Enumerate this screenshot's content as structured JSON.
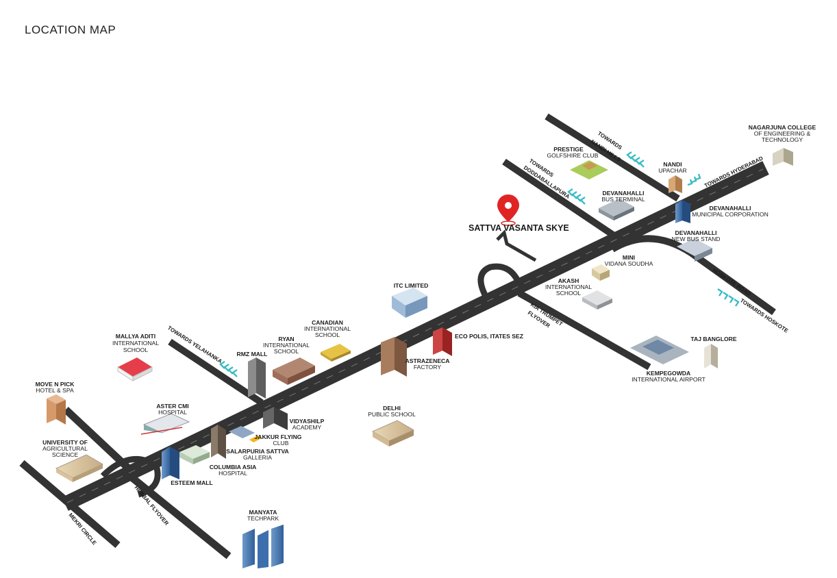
{
  "header": {
    "title": "LOCATION MAP"
  },
  "colors": {
    "road": "#333333",
    "marker": "#e02424",
    "arrow": "#3bbcc6",
    "bg": "#ffffff"
  },
  "marker": {
    "label": "SATTVA VASANTA SKYE",
    "icon": "map-pin-icon"
  },
  "roads": {
    "yelahanka": "TOWARDS YELAHANKA",
    "doddaballapura_1": "TOWARDS",
    "doddaballapura_2": "DODDABALLAPURA",
    "nandi_hills_1": "TOWARDS",
    "nandi_hills_2": "NANDI HILLS",
    "hyderabad": "TOWARDS HYDERABAD",
    "hoskote_road": "HOSKOTE ROAD",
    "towards_hoskote": "TOWARDS HOSKOTE",
    "kia_1": "KIA TRUMPET",
    "kia_2": "FLYOVER",
    "hebbal": "HEBBAL FLYOVER",
    "mekri": "MEKRI CIRCLE"
  },
  "landmarks": {
    "mallya_1": "MALLYA ADITI",
    "mallya_2": "INTERNATIONAL",
    "mallya_3": "SCHOOL",
    "movenpick_1": "MOVE N PICK",
    "movenpick_2": "HOTEL & SPA",
    "uas_1a": "UNIVERSITY",
    "uas_1b": "OF",
    "uas_2": "AGRICULTURAL",
    "uas_3": "SCIENCE",
    "aster_1a": "ASTER",
    "aster_1b": "CMI",
    "aster_2": "HOSPITAL",
    "rmz_1a": "RMZ",
    "rmz_1b": "MALL",
    "ryan_1": "RYAN",
    "ryan_2": "INTERNATIONAL",
    "ryan_3": "SCHOOL",
    "canadian_1": "CANADIAN",
    "canadian_2": "INTERNATIONAL",
    "canadian_3": "SCHOOL",
    "itc": "ITC LIMITED",
    "ecopolis_1a": "ECO POLIS,",
    "ecopolis_1b": "ITATES SEZ",
    "astra_1": "ASTRAZENECA",
    "astra_2": "FACTORY",
    "vidyashilp_1": "VIDYASHILP",
    "vidyashilp_2": "ACADEMY",
    "jakkur_1a": "JAKKUR",
    "jakkur_1b": "FLYING",
    "jakkur_2": "CLUB",
    "salarpuria_1a": "SALARPURIA",
    "salarpuria_1b": "SATTVA",
    "salarpuria_2": "GALLERIA",
    "columbia_1a": "COLUMBIA",
    "columbia_1b": "ASIA",
    "columbia_2": "HOSPITAL",
    "esteem": "ESTEEM MALL",
    "dps_1": "DELHI",
    "dps_2": "PUBLIC SCHOOL",
    "manyata_1": "MANYATA",
    "manyata_2": "TECHPARK",
    "prestige_1": "PRESTIGE",
    "prestige_2": "GOLFSHIRE CLUB",
    "devbus_1": "DEVANAHALLI",
    "devbus_2": "BUS TERMINAL",
    "nandi_1": "NANDI",
    "nandi_2": "UPACHAR",
    "nagarjuna_1": "NAGARJUNA COLLEGE",
    "nagarjuna_2": "OF ENGINEERING &",
    "nagarjuna_3": "TECHNOLOGY",
    "devmun_1": "DEVANAHALLI",
    "devmun_2": "MUNICIPAL CORPORATION",
    "devnew_1": "DEVANAHALLI",
    "devnew_2": "NEW BUS STAND",
    "mini_1": "MINI",
    "mini_2": "VIDANA SOUDHA",
    "akash_1": "AKASH",
    "akash_2": "INTERNATIONAL",
    "akash_3": "SCHOOL",
    "taj": "TAJ BANGLORE",
    "kia_1": "KEMPEGOWDA",
    "kia_2": "INTERNATIONAL AIRPORT"
  }
}
